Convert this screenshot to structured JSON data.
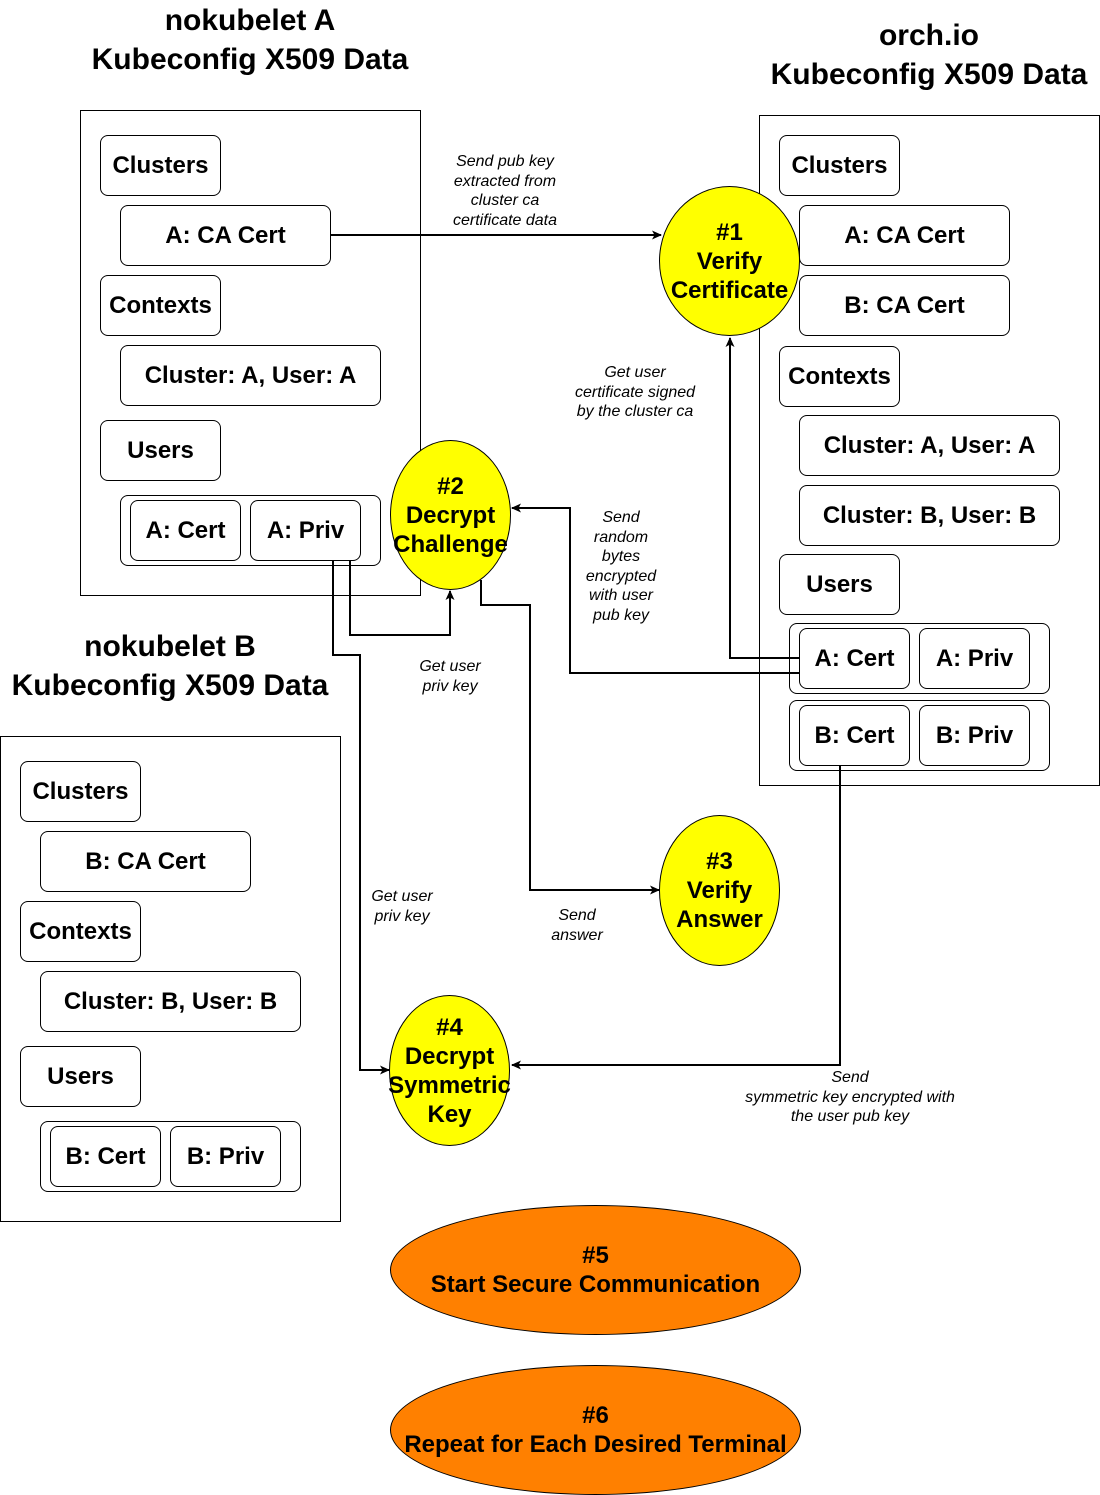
{
  "colors": {
    "step": "#ffff00",
    "step_final": "#ff8000",
    "line": "#000000"
  },
  "nokubelet_a": {
    "title_line1": "nokubelet A",
    "title_line2": "Kubeconfig X509 Data",
    "clusters": "Clusters",
    "ca_cert": "A: CA Cert",
    "contexts": "Contexts",
    "context_entry": "Cluster: A, User: A",
    "users": "Users",
    "cert": "A: Cert",
    "priv": "A: Priv"
  },
  "nokubelet_b": {
    "title_line1": "nokubelet B",
    "title_line2": "Kubeconfig X509 Data",
    "clusters": "Clusters",
    "ca_cert": "B: CA Cert",
    "contexts": "Contexts",
    "context_entry": "Cluster: B, User: B",
    "users": "Users",
    "cert": "B: Cert",
    "priv": "B: Priv"
  },
  "orch": {
    "title_line1": "orch.io",
    "title_line2": "Kubeconfig X509 Data",
    "clusters": "Clusters",
    "ca_cert_a": "A: CA Cert",
    "ca_cert_b": "B: CA Cert",
    "contexts": "Contexts",
    "context_a": "Cluster: A, User: A",
    "context_b": "Cluster: B, User: B",
    "users": "Users",
    "cert_a": "A: Cert",
    "priv_a": "A: Priv",
    "cert_b": "B: Cert",
    "priv_b": "B: Priv"
  },
  "steps": [
    {
      "lines": [
        "#1",
        "Verify",
        "Certificate"
      ]
    },
    {
      "lines": [
        "#2",
        "Decrypt",
        "Challenge"
      ]
    },
    {
      "lines": [
        "#3",
        "Verify",
        "Answer"
      ]
    },
    {
      "lines": [
        "#4",
        "Decrypt",
        "Symmetric",
        "Key"
      ]
    },
    {
      "lines": [
        "#5",
        "Start Secure Communication"
      ]
    },
    {
      "lines": [
        "#6",
        "Repeat for Each Desired Terminal"
      ]
    }
  ],
  "edge_labels": {
    "send_pub_key": [
      "Send pub key",
      "extracted from",
      "cluster ca",
      "certificate data"
    ],
    "get_user_cert": [
      "Get user",
      "certificate signed",
      "by the cluster ca"
    ],
    "send_random": [
      "Send",
      "random",
      "bytes",
      "encrypted",
      "with user",
      "pub key"
    ],
    "get_priv_a": [
      "Get  user",
      "priv key"
    ],
    "get_priv_b": [
      "Get  user",
      "priv key"
    ],
    "send_answer": [
      "Send",
      "answer"
    ],
    "send_symmetric": [
      "Send",
      "symmetric key encrypted with",
      "the user pub key"
    ]
  }
}
